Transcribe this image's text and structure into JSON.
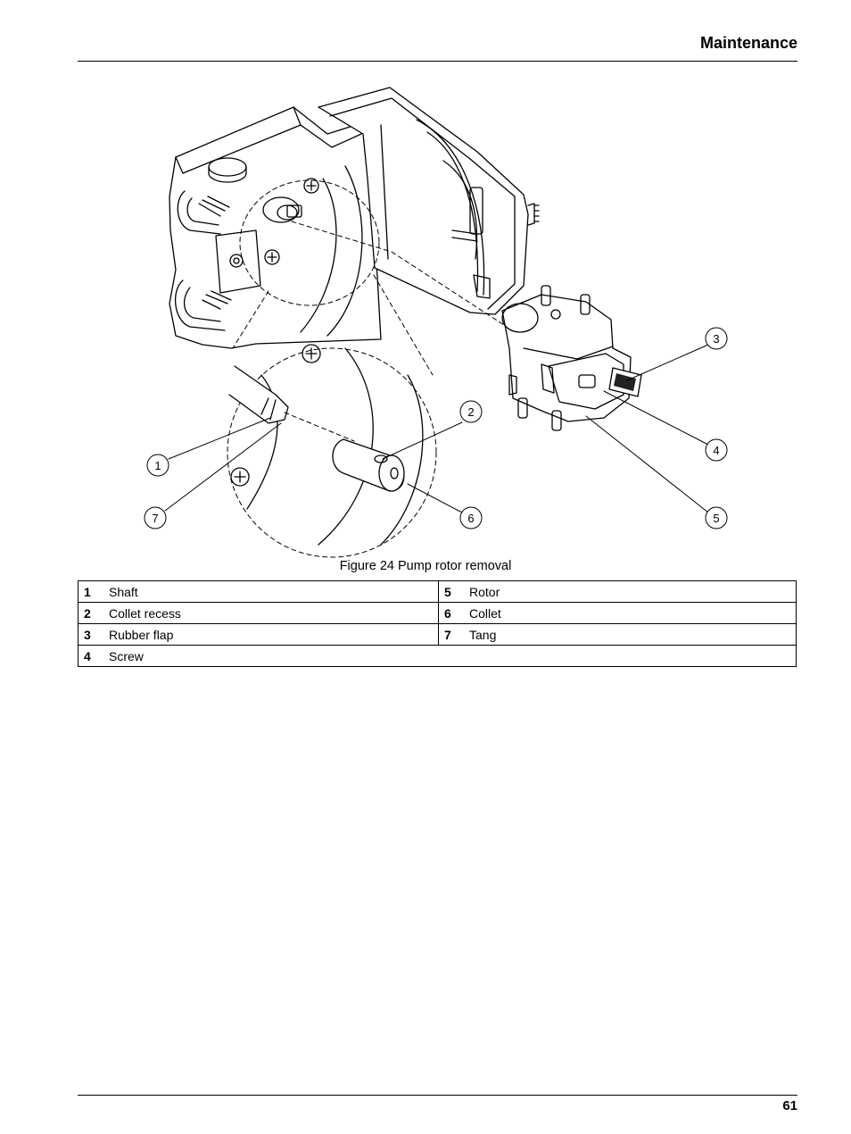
{
  "header": {
    "section_title": "Maintenance"
  },
  "figure": {
    "caption": "Figure 24  Pump rotor removal",
    "callouts": [
      "1",
      "2",
      "3",
      "4",
      "5",
      "6",
      "7"
    ]
  },
  "legend": {
    "rows": [
      {
        "left": {
          "num": "1",
          "label": "Shaft"
        },
        "right": {
          "num": "5",
          "label": "Rotor"
        }
      },
      {
        "left": {
          "num": "2",
          "label": "Collet recess"
        },
        "right": {
          "num": "6",
          "label": "Collet"
        }
      },
      {
        "left": {
          "num": "3",
          "label": "Rubber flap"
        },
        "right": {
          "num": "7",
          "label": "Tang"
        }
      },
      {
        "left": {
          "num": "4",
          "label": "Screw"
        }
      }
    ]
  },
  "footer": {
    "page_number": "61"
  }
}
